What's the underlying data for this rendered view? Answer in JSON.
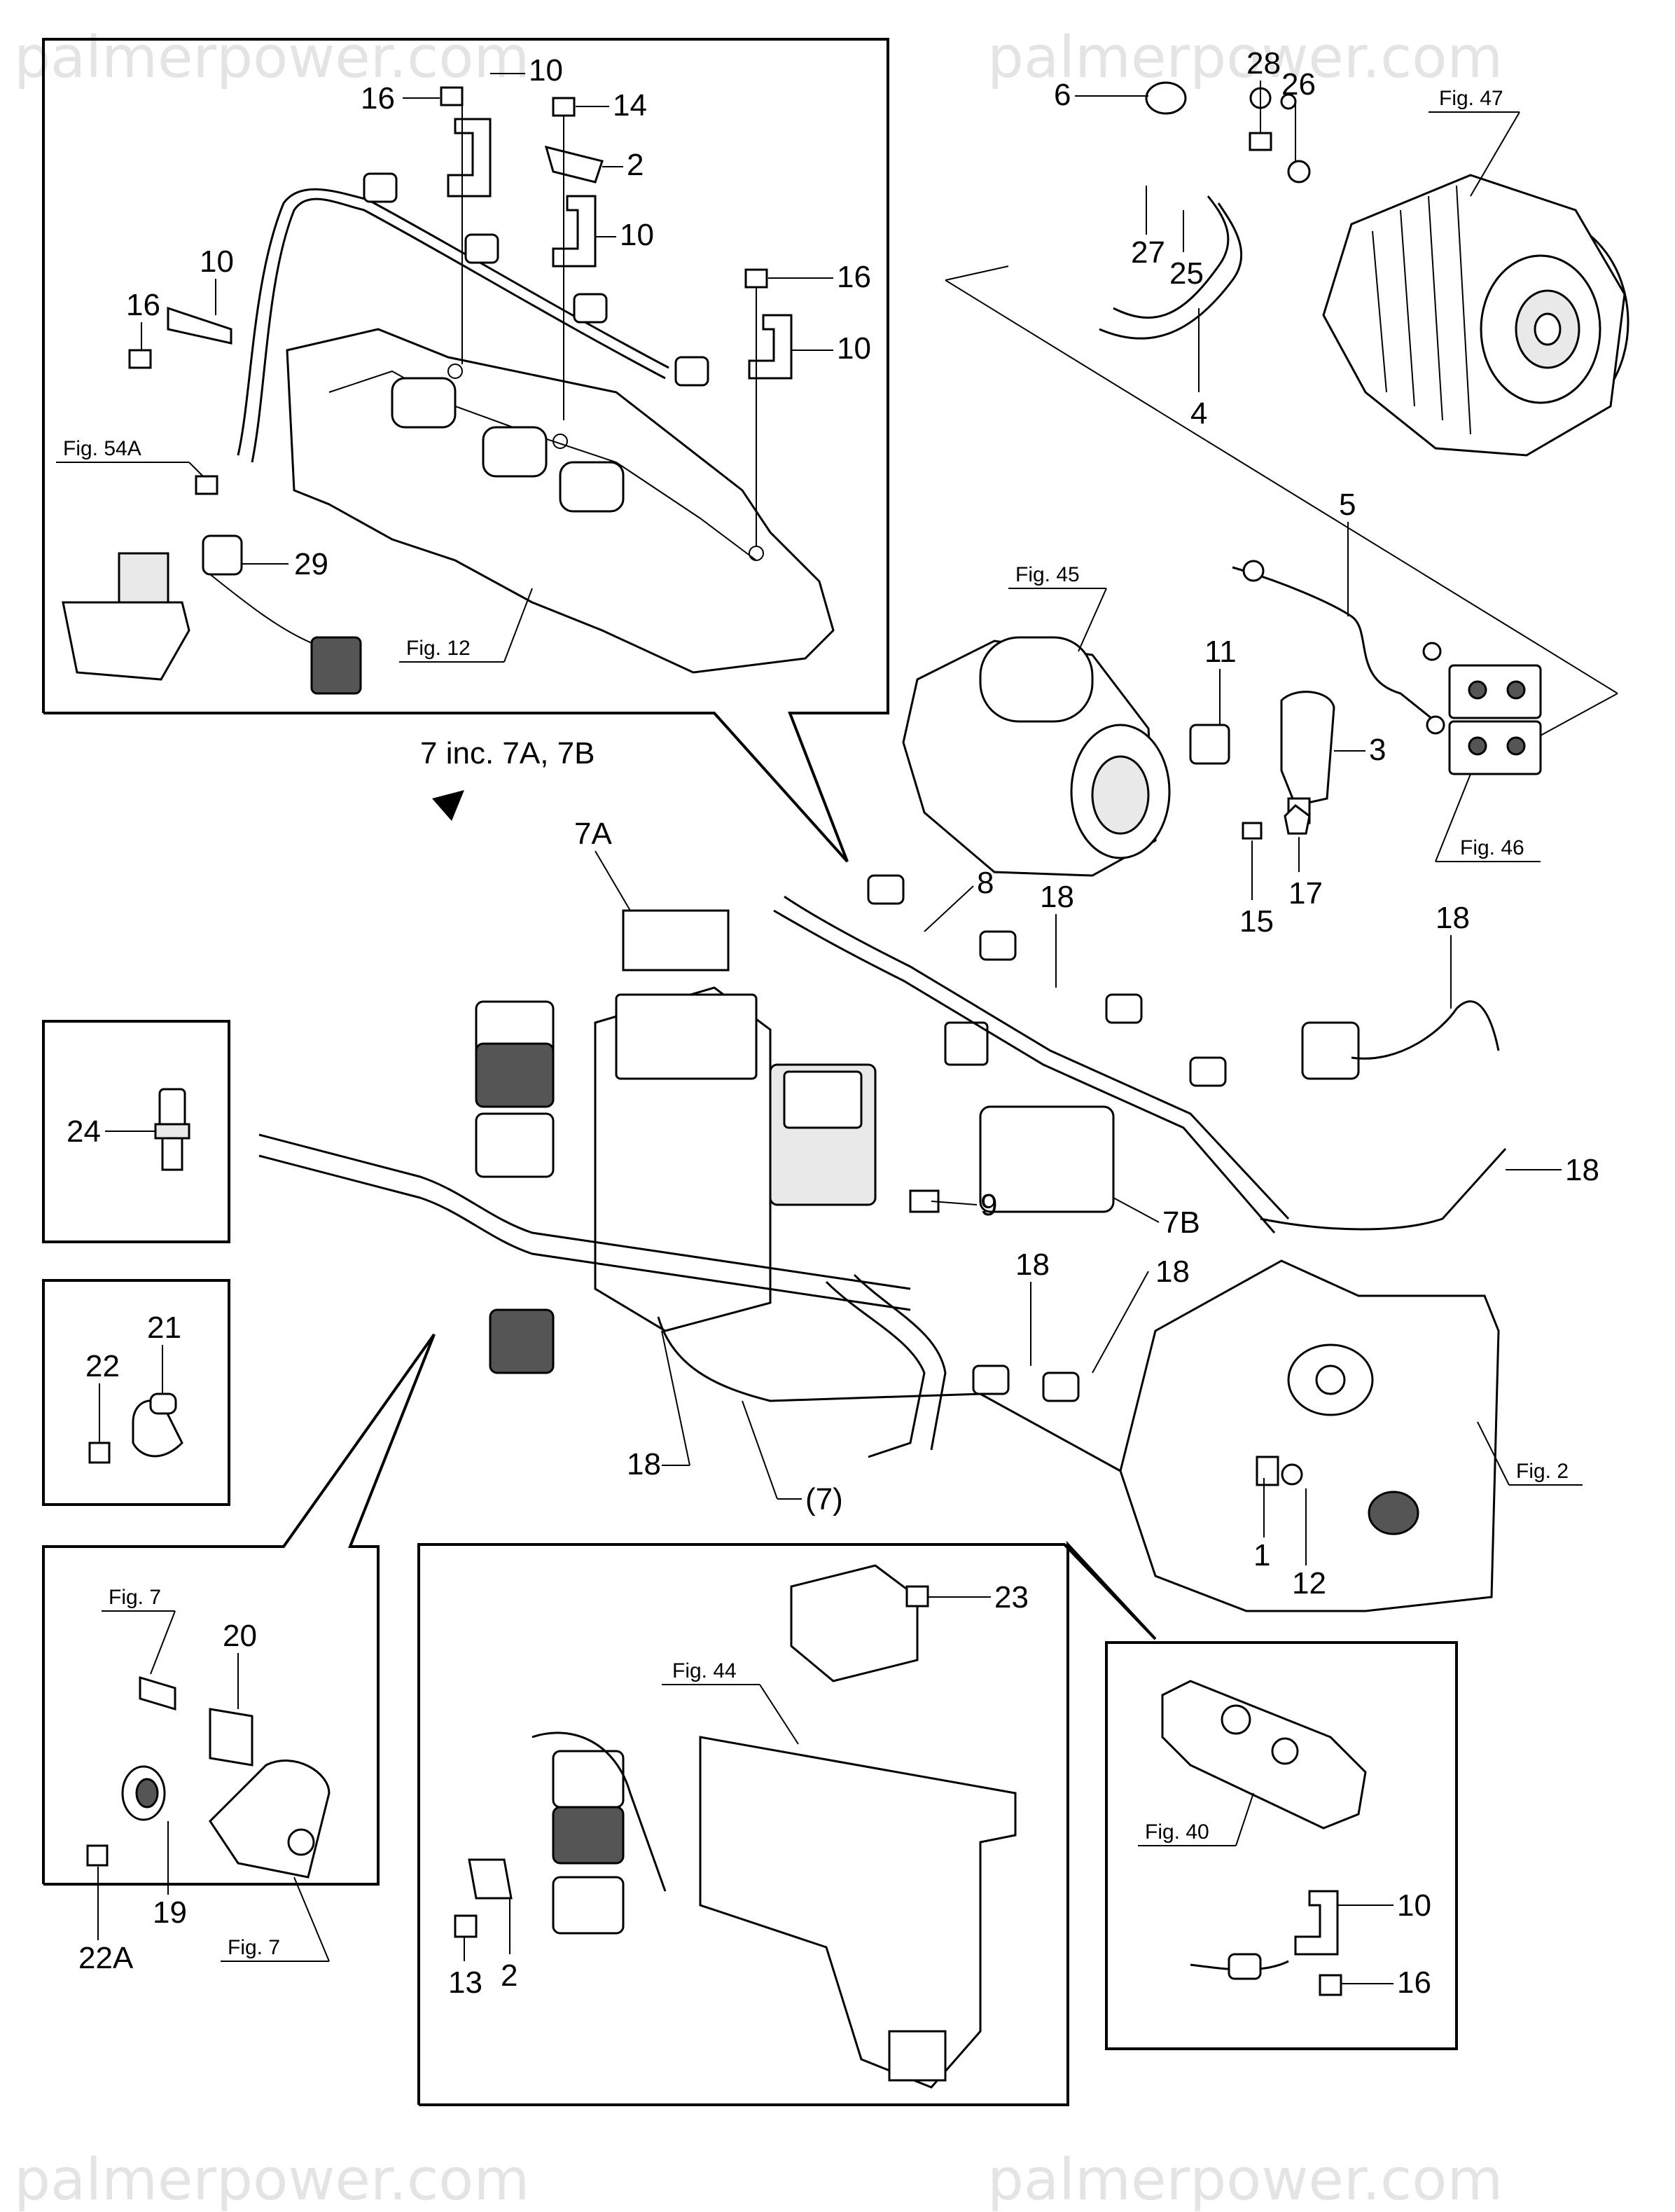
{
  "watermark": "palmerpower.com",
  "labels": {
    "p1": "1",
    "p2": "2",
    "p3": "3",
    "p4": "4",
    "p5": "5",
    "p6": "6",
    "p7": "7 inc. 7A, 7B",
    "p7paren": "(7)",
    "p7a": "7A",
    "p7b": "7B",
    "p8": "8",
    "p9": "9",
    "p10": "10",
    "p11": "11",
    "p12": "12",
    "p13": "13",
    "p14": "14",
    "p15": "15",
    "p16": "16",
    "p17": "17",
    "p18": "18",
    "p19": "19",
    "p20": "20",
    "p21": "21",
    "p22": "22",
    "p22a": "22A",
    "p23": "23",
    "p24": "24",
    "p25": "25",
    "p26": "26",
    "p27": "27",
    "p28": "28",
    "p29": "29"
  },
  "figures": {
    "fig2": "Fig. 2",
    "fig7": "Fig. 7",
    "fig12": "Fig. 12",
    "fig40": "Fig. 40",
    "fig44": "Fig. 44",
    "fig45": "Fig. 45",
    "fig46": "Fig. 46",
    "fig47": "Fig. 47",
    "fig54a": "Fig. 54A"
  }
}
